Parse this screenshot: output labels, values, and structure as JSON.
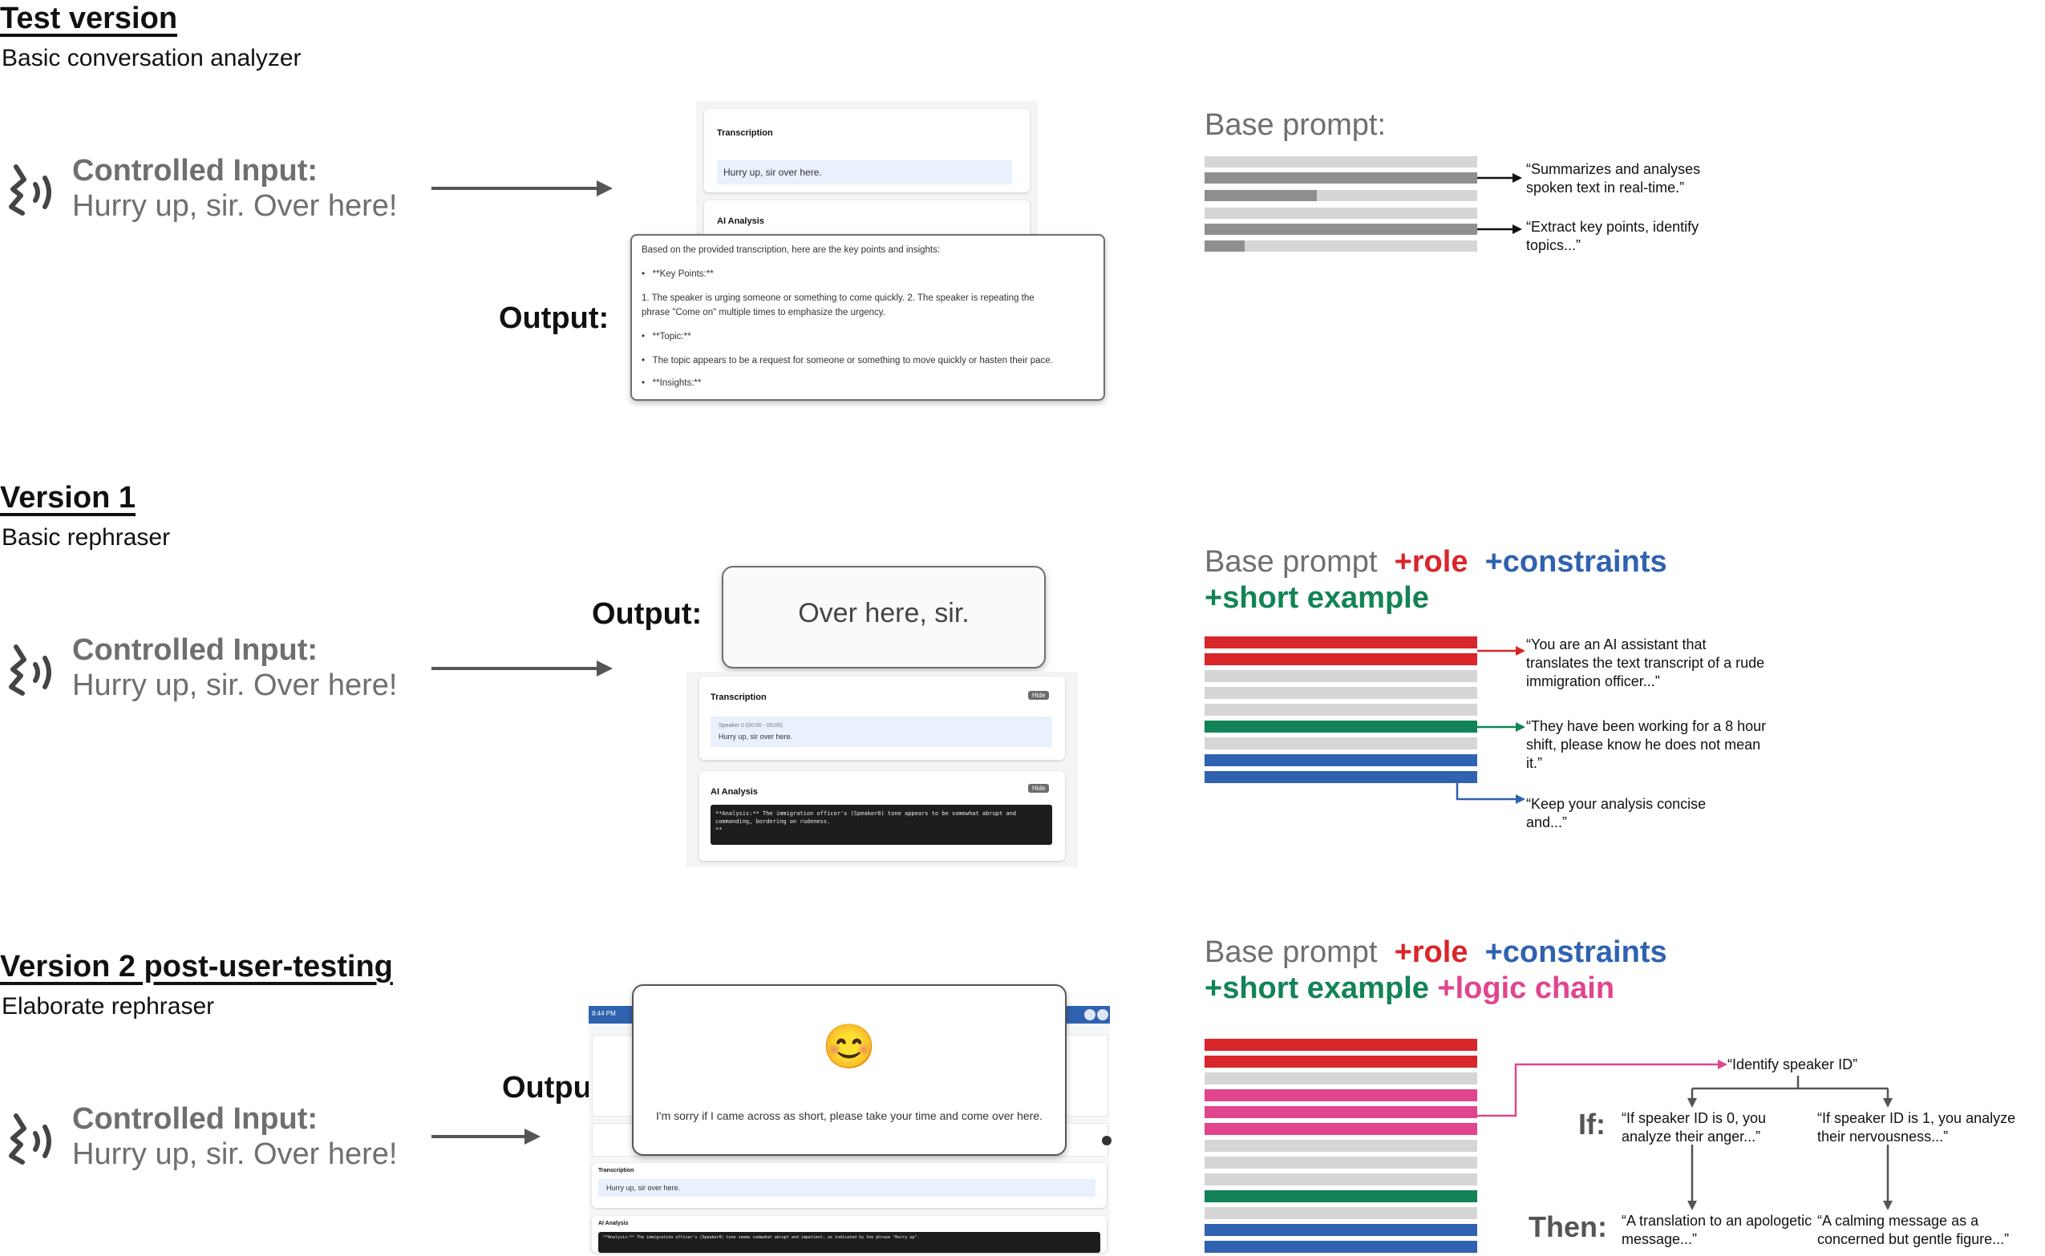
{
  "sections": [
    {
      "title": "Test version",
      "subtitle": "Basic conversation analyzer",
      "input_label": "Controlled Input:",
      "input_text": "Hurry up, sir. Over here!",
      "output_label": "Output:",
      "base_prompt": [
        "Base prompt:"
      ],
      "ui": {
        "transcription_title": "Transcription",
        "transcription_text": "Hurry up, sir over here.",
        "analysis_title": "AI Analysis",
        "output_lines": [
          "Based on the provided transcription, here are the key points and insights:",
          "**Key Points:**",
          "1. The speaker is urging someone or something to come quickly. 2. The speaker is repeating the",
          "phrase \"Come on\" multiple times to emphasize the urgency.",
          "**Topic:**",
          "The topic appears to be a request for someone or something to move quickly or hasten their pace.",
          "**Insights:**"
        ]
      },
      "notes": [
        "“Summarizes and analyses spoken text in real-time.”",
        "“Extract key points, identify topics...”"
      ]
    },
    {
      "title": "Version 1",
      "subtitle": "Basic rephraser",
      "input_label": "Controlled Input:",
      "input_text": "Hurry up, sir. Over here!",
      "output_label": "Output:",
      "output_text": "Over here, sir.",
      "base_prompt": [
        "Base prompt",
        "+role",
        "+constraints",
        "+short example"
      ],
      "ui": {
        "transcription_title": "Transcription",
        "hide_label": "Hide",
        "speaker_meta": "Speaker 0 (00:00 - 00:00)",
        "transcription_text": "Hurry up, sir over here.",
        "analysis_title": "AI Analysis",
        "analysis_text": "**Analysis:** The immigration officer's (Speaker0) tone appears to be somewhat abrupt and commanding, bordering on rudeness.",
        "analysis_extra": "**"
      },
      "notes": [
        "“You are an AI assistant that translates the text transcript of a rude immigration officer...”",
        "“They have been working for a 8 hour shift, please know he does not mean it.”",
        "“Keep your analysis concise and...”"
      ]
    },
    {
      "title": "Version 2 post-user-testing",
      "subtitle": "Elaborate rephraser",
      "input_label": "Controlled Input:",
      "input_text": "Hurry up, sir. Over here!",
      "output_label": "Output:",
      "output_emoji": "😊",
      "output_text": "I'm sorry if I came across as short, please take your time and come over here.",
      "base_prompt": [
        "Base prompt",
        "+role",
        "+constraints",
        "+short example",
        "+logic chain"
      ],
      "ui": {
        "time": "8:44 PM",
        "transcription_title": "Transcription",
        "transcription_text": "Hurry up, sir over here.",
        "analysis_title": "AI Analysis",
        "analysis_text": "**Analysis:** The immigration officer's (Speaker0) tone seems somewhat abrupt and impatient, as indicated by the phrase \"Hurry up\"."
      },
      "logic": {
        "root": "“Identify speaker ID”",
        "if_label": "If:",
        "then_label": "Then:",
        "if_left": "“If speaker ID is 0, you analyze their anger...”",
        "if_right": "“If speaker ID is 1, you analyze their nervousness...”",
        "then_left": "“A translation to an apologetic message...”",
        "then_right": "“A calming message as a concerned but gentle figure...”"
      }
    }
  ],
  "colors": {
    "role": "#d9262b",
    "constraints": "#2f62b0",
    "example": "#128356",
    "logic": "#e0458e",
    "base_bar": "#d6d6d6",
    "base_bar_dark": "#8f8f8f"
  }
}
